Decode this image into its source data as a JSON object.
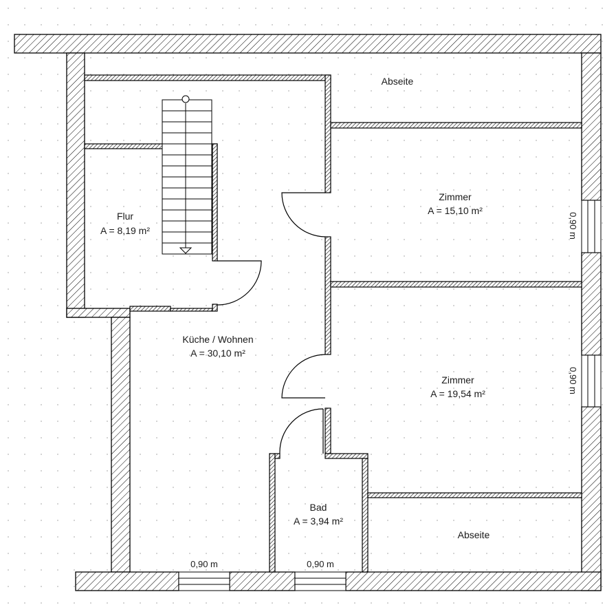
{
  "rooms": {
    "abseite_top": {
      "name": "Abseite"
    },
    "flur": {
      "name": "Flur",
      "area": "A = 8,19 m²"
    },
    "zimmer1": {
      "name": "Zimmer",
      "area": "A = 15,10 m²"
    },
    "kueche": {
      "name": "Küche / Wohnen",
      "area": "A = 30,10 m²"
    },
    "zimmer2": {
      "name": "Zimmer",
      "area": "A = 19,54 m²"
    },
    "bad": {
      "name": "Bad",
      "area": "A = 3,94 m²"
    },
    "abseite_bottom": {
      "name": "Abseite"
    }
  },
  "windows": {
    "right_upper": "0,90 m",
    "right_lower": "0,90 m",
    "bottom_left": "0,90 m",
    "bottom_right": "0,90 m"
  },
  "colors": {
    "wall_line": "#000000",
    "grid_dot": "#b5b5b5"
  }
}
